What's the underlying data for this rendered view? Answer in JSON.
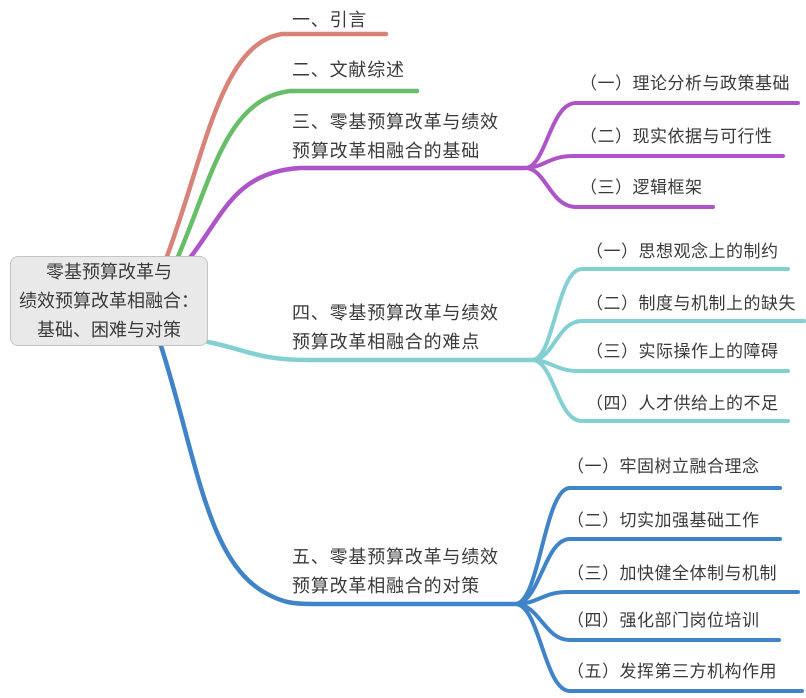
{
  "root": {
    "label": "零基预算改革与\n绩效预算改革相融合：\n基础、困难与对策"
  },
  "branches": [
    {
      "label": "一、引言",
      "color": "#d7837a",
      "children": []
    },
    {
      "label": "二、文献综述",
      "color": "#67bd68",
      "children": []
    },
    {
      "label": "三、零基预算改革与绩效\n预算改革相融合的基础",
      "color": "#ad55c8",
      "children": [
        "（一）理论分析与政策基础",
        "（二）现实依据与可行性",
        "（三）逻辑框架"
      ]
    },
    {
      "label": "四、零基预算改革与绩效\n预算改革相融合的难点",
      "color": "#84cfd2",
      "children": [
        "（一）思想观念上的制约",
        "（二）制度与机制上的缺失",
        "（三）实际操作上的障碍",
        "（四）人才供给上的不足"
      ]
    },
    {
      "label": "五、零基预算改革与绩效\n预算改革相融合的对策",
      "color": "#4084c7",
      "children": [
        "（一）牢固树立融合理念",
        "（二）切实加强基础工作",
        "（三）加快健全体制与机制",
        "（四）强化部门岗位培训",
        "（五）发挥第三方机构作用"
      ]
    }
  ],
  "colors": {
    "background": "#ffffff",
    "text": "#3a3a3a",
    "node_fill": "#e9e9e9",
    "node_border": "#c4c4c4"
  }
}
